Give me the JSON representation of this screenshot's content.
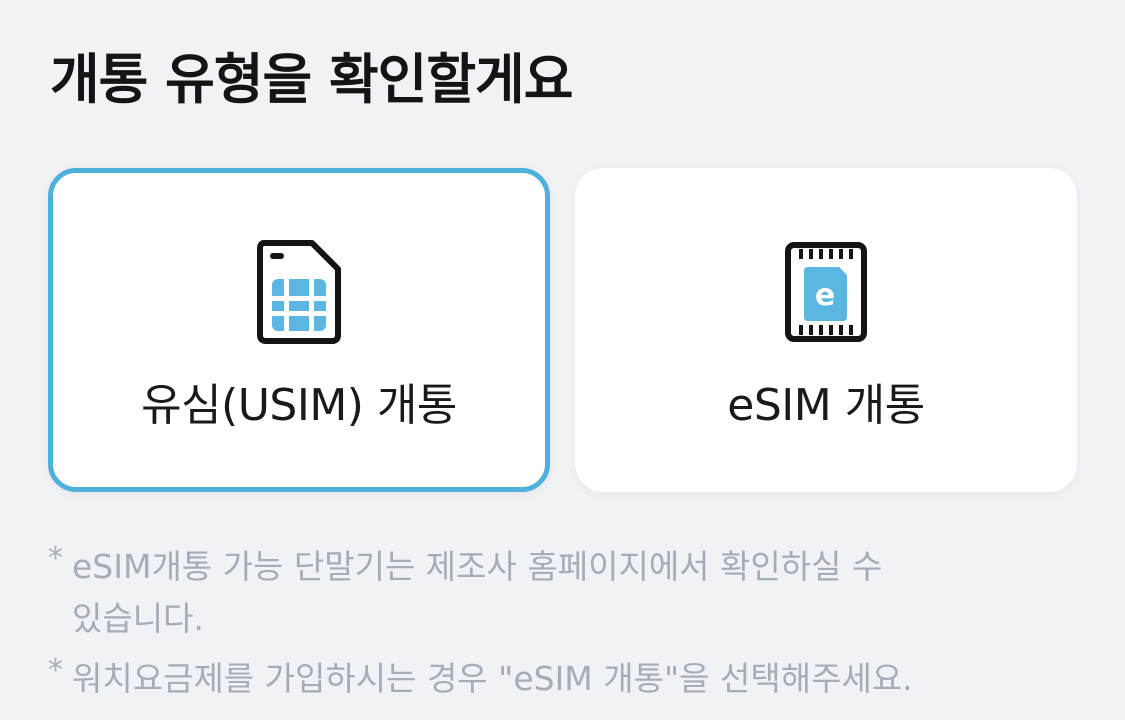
{
  "title": "개통 유형을 확인할게요",
  "options": [
    {
      "label": "유심(USIM) 개통",
      "icon": "usim-card-icon",
      "selected": true
    },
    {
      "label": "eSIM 개통",
      "icon": "esim-chip-icon",
      "selected": false
    }
  ],
  "notes": {
    "marker": "*",
    "note1_line1": "eSIM개통 가능 단말기는 제조사 홈페이지에서 확인하실 수",
    "note1_line2": "있습니다.",
    "note2": "워치요금제를 가입하시는 경우 \"eSIM 개통\"을 선택해주세요."
  },
  "colors": {
    "background": "#f1f2f5",
    "selected_border": "#4fb0dc",
    "icon_accent": "#5bb6e2",
    "note_text": "#a4acb6"
  }
}
